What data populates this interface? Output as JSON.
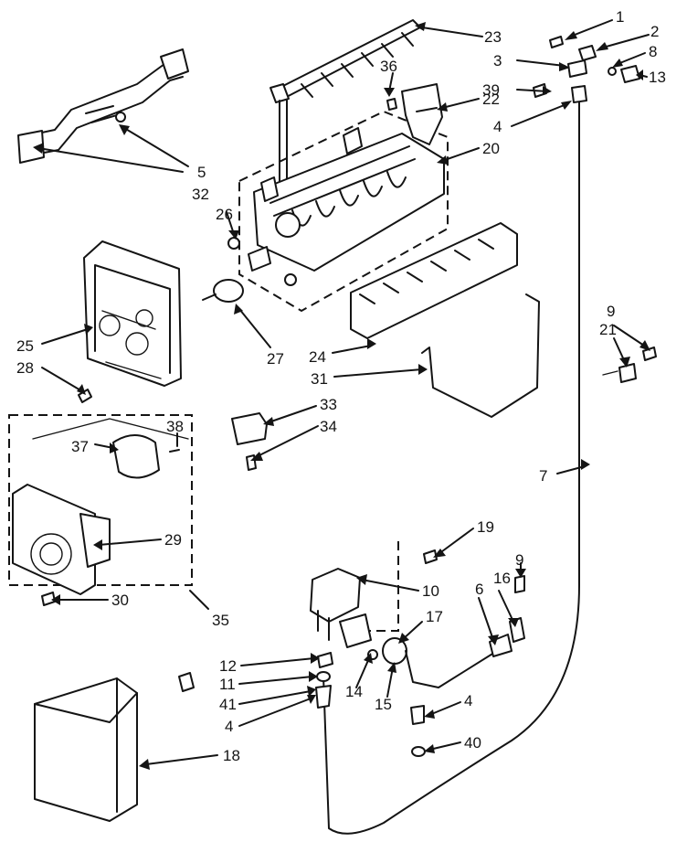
{
  "part_numbers": {
    "p1": "1",
    "p2": "2",
    "p3": "3",
    "p4a": "4",
    "p4b": "4",
    "p4c": "4",
    "p5": "5",
    "p6": "6",
    "p7": "7",
    "p8": "8",
    "p9a": "9",
    "p9b": "9",
    "p10": "10",
    "p11": "11",
    "p12": "12",
    "p13": "13",
    "p14": "14",
    "p15": "15",
    "p16": "16",
    "p17": "17",
    "p18": "18",
    "p19": "19",
    "p20": "20",
    "p21": "21",
    "p22": "22",
    "p23": "23",
    "p24": "24",
    "p25": "25",
    "p26": "26",
    "p27": "27",
    "p28": "28",
    "p29": "29",
    "p30": "30",
    "p31": "31",
    "p32": "32",
    "p33": "33",
    "p34": "34",
    "p35": "35",
    "p36": "36",
    "p37": "37",
    "p38": "38",
    "p39": "39",
    "p40": "40",
    "p41": "41"
  }
}
